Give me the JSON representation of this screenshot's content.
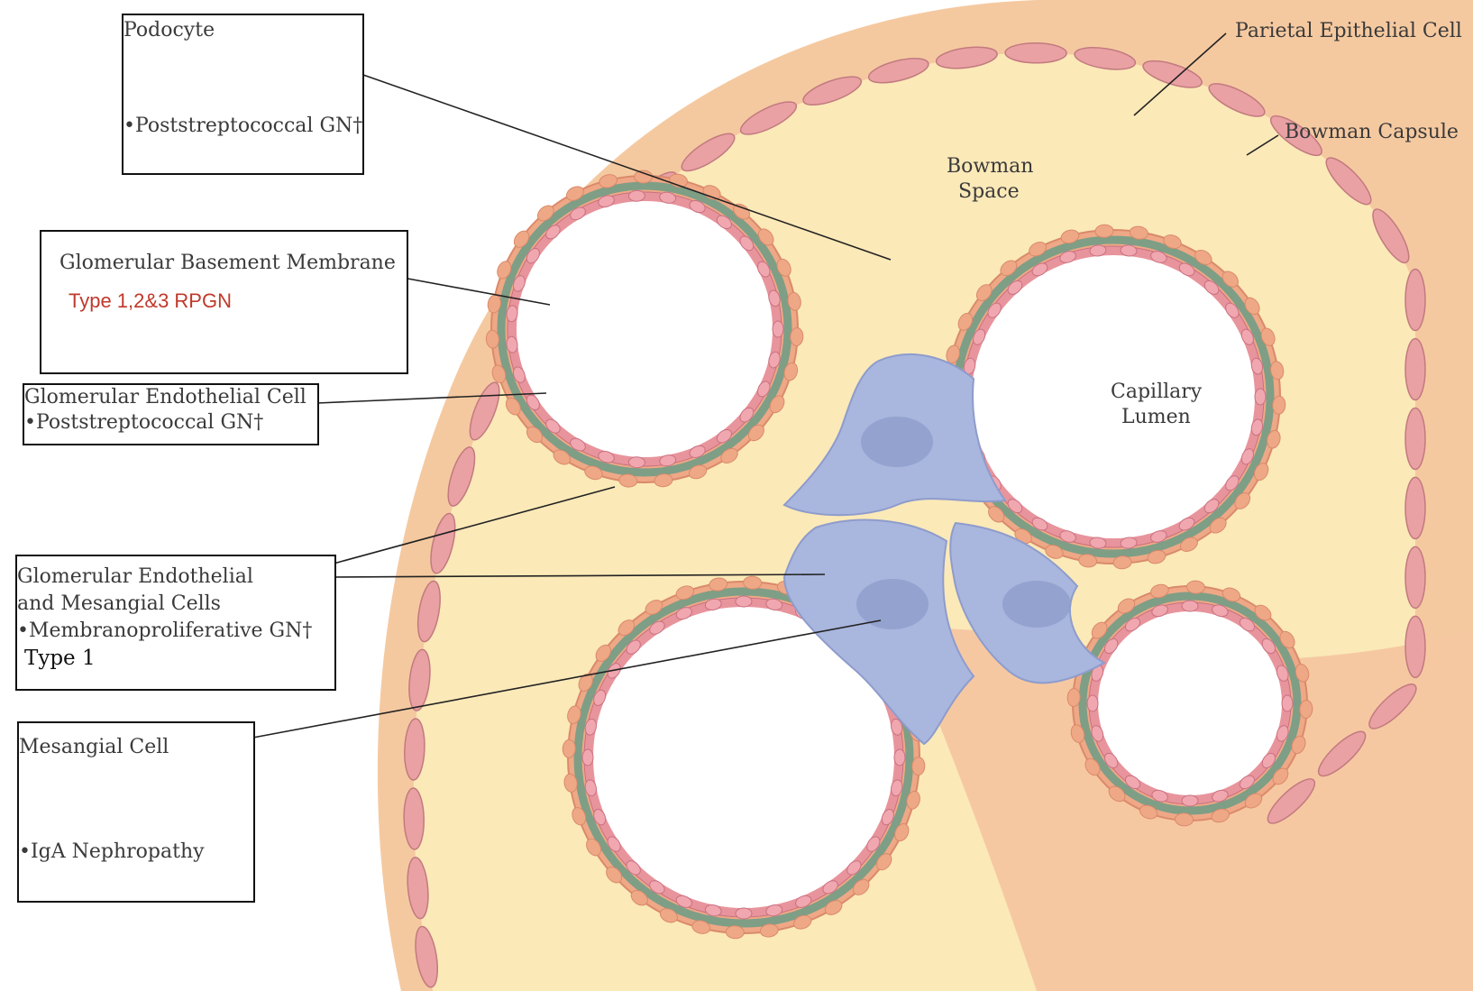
{
  "labels": {
    "podocyte": {
      "title": "Podocyte",
      "disease": "•Poststreptococcal GN†"
    },
    "gbm": {
      "title": "Glomerular Basement Membrane",
      "disease": "Type 1,2&3 RPGN"
    },
    "endothelial": {
      "title": "Glomerular Endothelial Cell",
      "disease": "•Poststreptococcal GN†"
    },
    "endo_mesangial": {
      "title_line1": "Glomerular Endothelial",
      "title_line2": "and Mesangial Cells",
      "disease": "•Membranoproliferative GN†",
      "type": "Type 1"
    },
    "mesangial": {
      "title": "Mesangial Cell",
      "disease": "•IgA Nephropathy"
    },
    "parietal": "Parietal Epithelial Cell",
    "bowman_capsule": "Bowman Capsule",
    "bowman_space_line1": "Bowman",
    "bowman_space_line2": "Space",
    "capillary_line1": "Capillary",
    "capillary_line2": "Lumen"
  },
  "colors": {
    "capsule": "#f5c9a0",
    "space": "#fbe9b8",
    "gbm": "#7e9e86",
    "podocyte": "#efa886",
    "endothelial": "#e8949c",
    "mesangial": "#a9b6de",
    "stalk": "#f6c8a2"
  }
}
